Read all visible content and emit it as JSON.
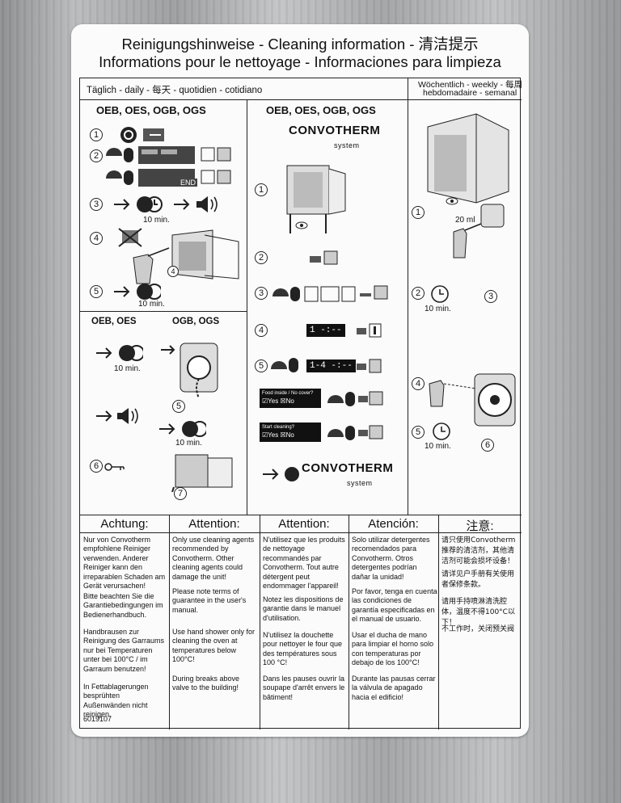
{
  "title_line1": "Reinigungshinweise - Cleaning information - 清洁提示",
  "title_line2": "Informations pour le nettoyage - Informaciones para limpieza",
  "daily_header": "Täglich - daily - 每天 - quotidien - cotidiano",
  "weekly_header_1": "Wöchentlich - weekly - 每周",
  "weekly_header_2": "hebdomadaire - semanal",
  "models_left": "OEB, OES, OGB, OGS",
  "models_mid": "OEB, OES, OGB, OGS",
  "models_oeb_oes": "OEB, OES",
  "models_ogb_ogs": "OGB, OGS",
  "logo_text": "CONVOTHERM",
  "logo_sub": "system",
  "steps": {
    "s1": "1",
    "s2": "2",
    "s3": "3",
    "s4": "4",
    "s5": "5",
    "s6": "6",
    "s7": "7"
  },
  "time_10min": "10 min.",
  "dose_20ml": "20 ml",
  "display_s4": "1 -:--",
  "display_s5": "1-4 -:--",
  "popup_food": "Food inside / No cover?",
  "popup_start": "Start cleaning?",
  "popup_yes": "Yes",
  "popup_no": "No",
  "display_end": "END",
  "attention": {
    "de_title": "Achtung:",
    "en_title": "Attention:",
    "fr_title": "Attention:",
    "es_title": "Atención:",
    "zh_title": "注意:",
    "de": [
      "Nur von Convotherm empfohlene Reiniger verwenden. Anderer Reiniger kann den irreparablen Schaden am Gerät verursachen!",
      "Bitte beachten Sie die Garantiebedingungen im Bedienerhandbuch.",
      "Handbrausen zur Reinigung des Garraums nur bei Temperaturen unter bei 100°C / im Garraum benutzen!",
      "In Fettablagerungen besprühten Außenwänden nicht reinigen."
    ],
    "en": [
      "Only use cleaning agents recommended by Convotherm. Other cleaning agents could damage the unit!",
      "Please note terms of guarantee in the user's manual.",
      "Use hand shower only for cleaning the oven at temperatures below 100°C!",
      "During breaks above valve to the building!"
    ],
    "fr": [
      "N'utilisez que les produits de nettoyage recommandés par Convotherm. Tout autre détergent peut endommager l'appareil!",
      "Notez les dispositions de garantie dans le manuel d'utilisation.",
      "N'utilisez la douchette pour nettoyer le four que des températures sous 100 °C!",
      "Dans les pauses ouvrir la soupape d'arrêt envers le bâtiment!"
    ],
    "es": [
      "Solo utilizar detergentes recomendados para Convotherm. Otros detergentes podrían dañar la unidad!",
      "Por favor, tenga en cuenta las condiciones de garantía especificadas en el manual de usuario.",
      "Usar el ducha de mano para limpiar el horno solo con temperaturas por debajo de los 100°C!",
      "Durante las pausas cerrar la válvula de apagado hacia el edificio!"
    ],
    "zh": [
      "请只使用Convotherm推荐的清洁剂，其他清洁剂可能会损坏设备！",
      "请详见户手册有关使用者保修条款。",
      "请用手持喷淋清洗腔体，温度不得100°C以下！",
      "不工作时，关闭预关阀"
    ]
  },
  "part_number": "6019107",
  "colors": {
    "label_bg": "#fbfbfb",
    "ink": "#111111",
    "steel": "#a6a8aa"
  }
}
